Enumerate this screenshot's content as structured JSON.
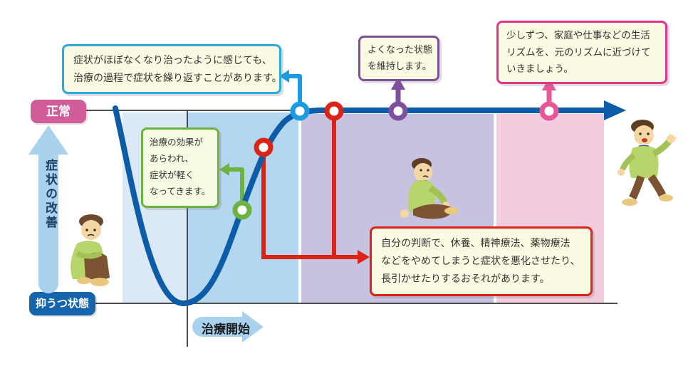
{
  "labels": {
    "normal": "正常",
    "depressed": "抑うつ状態",
    "improvement_axis": "症状の改善",
    "treatment_start": "治療開始"
  },
  "callouts": {
    "relapse": {
      "lines": [
        "症状がほぼなくなり治ったように感じても、",
        "治療の過程で症状を繰り返すことがあります。"
      ],
      "accent_color": "#29abe2"
    },
    "effect": {
      "lines": [
        "治療の効果が",
        "あらわれ、",
        "症状が軽く",
        "なってきます。"
      ],
      "accent_color": "#6cb33f"
    },
    "maintain": {
      "lines": [
        "よくなった状態",
        "を維持します。"
      ],
      "accent_color": "#7e4f9d"
    },
    "rhythm": {
      "lines": [
        "少しずつ、家庭や仕事などの生活",
        "リズムを、元のリズムに近づけて",
        "いきましょう。"
      ],
      "accent_color": "#e0368c"
    },
    "warning": {
      "lines": [
        "自分の判断で、休養、精神療法、薬物療法",
        "などをやめてしまうと症状を悪化させたり、",
        "長引かせたりするおそれがあります。"
      ],
      "accent_color": "#dc2317"
    }
  },
  "markers": [
    {
      "stage": "treatment-effect",
      "color": "#6cb33f"
    },
    {
      "stage": "interruption-risk-1",
      "color": "#dc2317"
    },
    {
      "stage": "almost-recovered",
      "color": "#1b9ce0"
    },
    {
      "stage": "interruption-risk-2",
      "color": "#dc2317"
    },
    {
      "stage": "maintain-state",
      "color": "#7e4f9d"
    },
    {
      "stage": "return-to-life-rhythm",
      "color": "#e75797"
    }
  ],
  "colors": {
    "curve": "#0d5ca8",
    "normal_badge": "#d05c99",
    "depressed_badge": "#1665ac",
    "soft_arrow": "#a8d2ee",
    "band_phase1": "#dbe9f6",
    "band_phase2": "#b3d7f1",
    "band_phase3": "#c7c2df",
    "band_phase4": "#f3cce0",
    "callout_bg": "#fbfae2"
  }
}
